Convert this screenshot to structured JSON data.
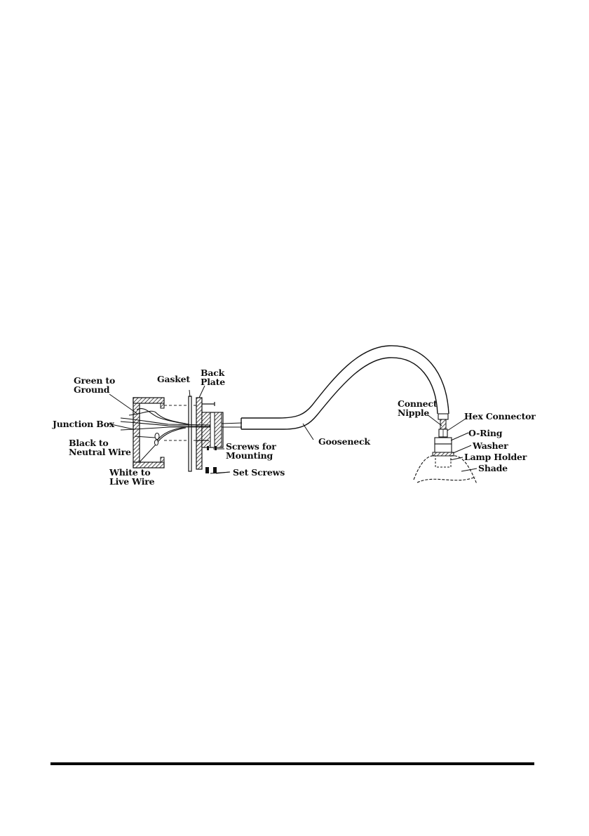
{
  "labels": {
    "green_to_ground": [
      "Green to",
      "Ground"
    ],
    "gasket": "Gasket",
    "back_plate": [
      "Back",
      "Plate"
    ],
    "junction_box": "Junction Box",
    "black_to_neutral": [
      "Black to",
      "Neutral Wire"
    ],
    "white_to_live": [
      "White to",
      "Live Wire"
    ],
    "screws_for_mounting": [
      "Screws for",
      "Mounting"
    ],
    "set_screws": "Set Screws",
    "gooseneck": "Gooseneck",
    "connect_nipple": [
      "Connect",
      "Nipple"
    ],
    "hex_connector": "Hex Connector",
    "o_ring": "O-Ring",
    "washer": "Washer",
    "lamp_holder": "Lamp Holder",
    "shade": "Shade"
  }
}
